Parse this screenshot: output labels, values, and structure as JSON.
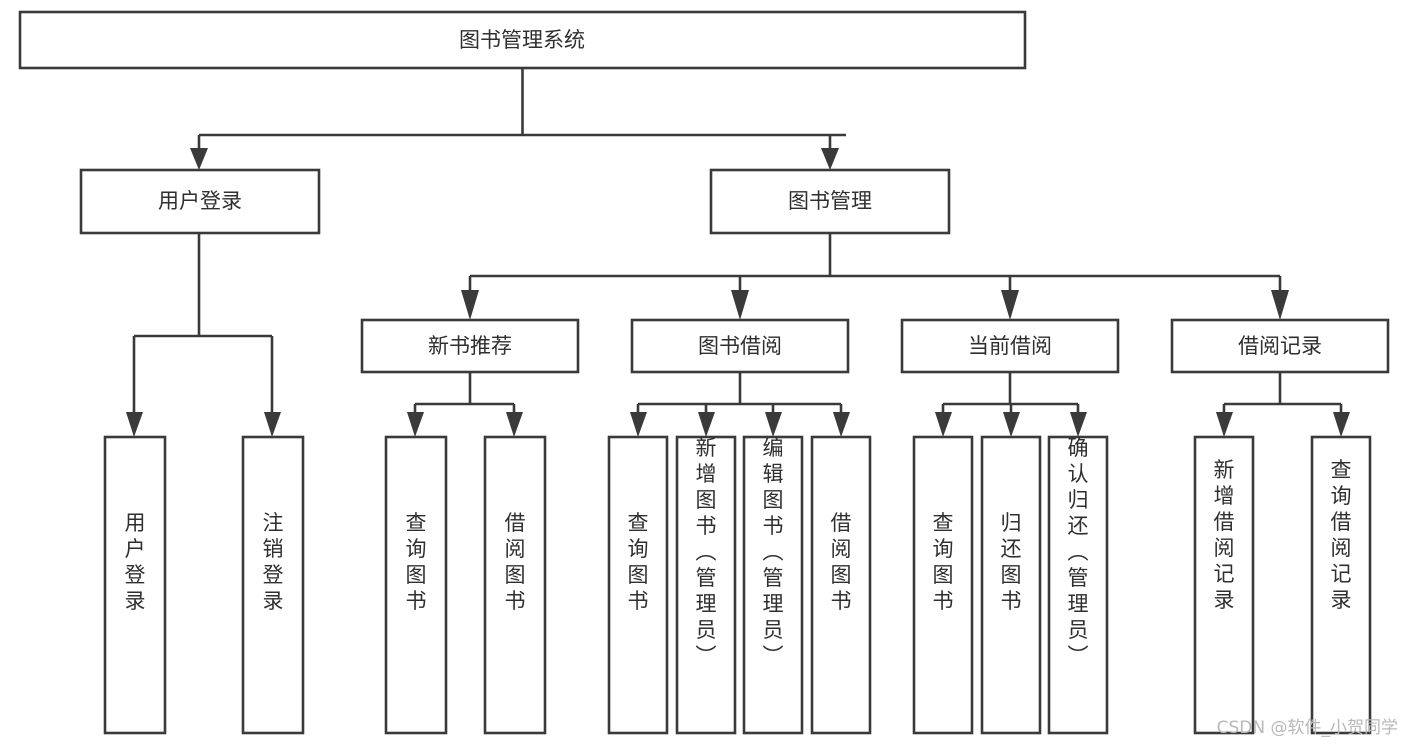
{
  "diagram": {
    "title": "图书管理系统",
    "type": "tree-hierarchy-diagram",
    "colors": {
      "stroke": "#3a3a3a",
      "box_fill": "#ffffff",
      "text": "#2f2f2f",
      "background": "#ffffff",
      "watermark": "#b8b8b8"
    },
    "root": {
      "label": "图书管理系统"
    },
    "level2": [
      {
        "label": "用户登录"
      },
      {
        "label": "图书管理"
      }
    ],
    "level3": [
      {
        "label": "新书推荐"
      },
      {
        "label": "图书借阅"
      },
      {
        "label": "当前借阅"
      },
      {
        "label": "借阅记录"
      }
    ],
    "leaves_user_login": [
      {
        "label": "用户登录"
      },
      {
        "label": "注销登录"
      }
    ],
    "leaves_new_book": [
      {
        "label": "查询图书"
      },
      {
        "label": "借阅图书"
      }
    ],
    "leaves_borrow": [
      {
        "label": "查询图书"
      },
      {
        "label": "新增图书（管理员）"
      },
      {
        "label": "编辑图书（管理员）"
      },
      {
        "label": "借阅图书"
      }
    ],
    "leaves_current": [
      {
        "label": "查询图书"
      },
      {
        "label": "归还图书"
      },
      {
        "label": "确认归还（管理员）"
      }
    ],
    "leaves_record": [
      {
        "label": "新增借阅记录"
      },
      {
        "label": "查询借阅记录"
      }
    ]
  },
  "watermark": {
    "text": "CSDN @软件_小贺同学"
  }
}
